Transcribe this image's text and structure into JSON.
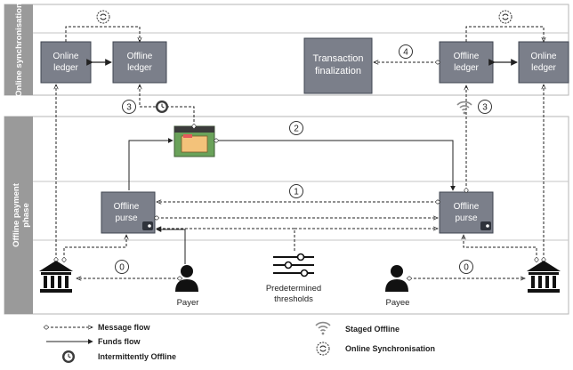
{
  "lanes": {
    "online_sync": "Online synchronisation",
    "offline_payment_line1": "Offline payment",
    "offline_payment_line2": "phase"
  },
  "boxes": {
    "online_ledger_left_line1": "Online",
    "online_ledger_left_line2": "ledger",
    "offline_ledger_left_line1": "Offline",
    "offline_ledger_left_line2": "ledger",
    "transaction_finalization_line1": "Transaction",
    "transaction_finalization_line2": "finalization",
    "offline_ledger_right_line1": "Offline",
    "offline_ledger_right_line2": "ledger",
    "online_ledger_right_line1": "Online",
    "online_ledger_right_line2": "ledger",
    "offline_purse_left_line1": "Offline",
    "offline_purse_left_line2": "purse",
    "offline_purse_right_line1": "Offline",
    "offline_purse_right_line2": "purse"
  },
  "step_numbers": {
    "s0_left": "0",
    "s0_right": "0",
    "s1": "1",
    "s2": "2",
    "s3_left": "3",
    "s3_right": "3",
    "s4": "4"
  },
  "actors": {
    "payer": "Payer",
    "payee": "Payee",
    "thresholds_line1": "Predetermined",
    "thresholds_line2": "thresholds"
  },
  "legend": {
    "message_flow": "Message flow",
    "funds_flow": "Funds flow",
    "intermittently_offline": "Intermittently Offline",
    "staged_offline": "Staged Offline",
    "online_synchronisation": "Online Synchronisation"
  },
  "colors": {
    "lane_band": "#9a9a9a",
    "lane_header": "#7f7f7f",
    "box_fill": "#7b7f8a",
    "box_stroke": "#3f4450",
    "wallet_green": "#6aa25a",
    "wallet_folder": "#f3c27a"
  },
  "icons": {
    "sync": "sync-icon",
    "intermittent": "clock-icon",
    "staged": "wifi-icon",
    "bank": "bank-icon",
    "person": "person-icon",
    "sliders": "sliders-icon",
    "wallet": "wallet-icon"
  }
}
